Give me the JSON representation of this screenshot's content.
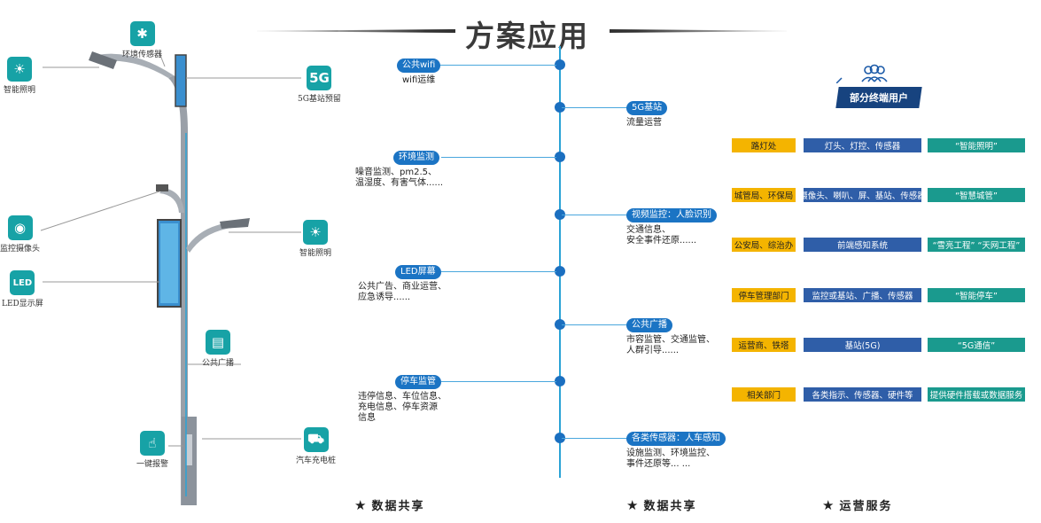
{
  "title": "方案应用",
  "pole_features": {
    "env_sensor": "环境传感器",
    "smart_light_1": "智能照明",
    "base_station": "5G基站预留",
    "camera": "监控摄像头",
    "smart_light_2": "智能照明",
    "led": "LED显示屏",
    "broadcast": "公共广播",
    "alarm": "一键报警",
    "charger": "汽车充电桩",
    "icon_5g": "5G",
    "icon_led": "LED"
  },
  "timeline": {
    "left": [
      {
        "tag": "公共wifi",
        "desc": "wifi运维"
      },
      {
        "tag": "环境监测",
        "desc": "噪音监测、pm2.5、\n温湿度、有害气体......"
      },
      {
        "tag": "LED屏幕",
        "desc": "公共广告、商业运营、\n应急诱导......"
      },
      {
        "tag": "停车监管",
        "desc": "违停信息、车位信息、\n充电信息、停车资源\n信息"
      }
    ],
    "right": [
      {
        "tag": "5G基站",
        "desc": "流量运营"
      },
      {
        "tag": "视频监控：人脸识别",
        "desc": "交通信息、\n安全事件还原......"
      },
      {
        "tag": "公共广播",
        "desc": "市容监管、交通监管、\n人群引导......"
      },
      {
        "tag": "各类传感器：人车感知",
        "desc": "设施监测、环境监控、\n事件还原等... ..."
      }
    ]
  },
  "users": {
    "banner": "部分终端用户",
    "rows": [
      {
        "who": "路灯处",
        "what": "灯头、灯控、传感器",
        "result": "“智能照明”"
      },
      {
        "who": "城管局、环保局",
        "what": "摄像头、喇叭、屏、基站、传感器",
        "result": "“智慧城管”"
      },
      {
        "who": "公安局、综治办",
        "what": "前端感知系统",
        "result": "“雪亮工程” “天网工程”"
      },
      {
        "who": "停车管理部门",
        "what": "监控或基站、广播、传感器",
        "result": "“智能停车”"
      },
      {
        "who": "运营商、铁塔",
        "what": "基站(5G)",
        "result": "“5G通信”"
      },
      {
        "who": "相关部门",
        "what": "各类指示、传感器、硬件等",
        "result": "提供硬件搭载或数据服务"
      }
    ]
  },
  "footers": {
    "f1": "数据共享",
    "f2": "数据共享",
    "f3": "运营服务",
    "star": "★"
  },
  "colors": {
    "accent_teal": "#17a2a6",
    "timeline_blue": "#1b74c4",
    "yellow": "#f4b400",
    "navy": "#2f5ea8",
    "green": "#1a9a8e"
  }
}
